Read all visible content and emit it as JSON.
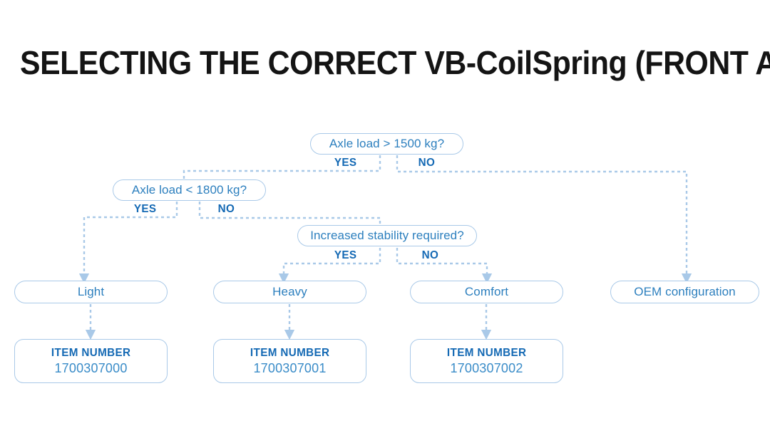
{
  "page": {
    "title": "SELECTING THE CORRECT VB-CoilSpring (FRONT AXLE)",
    "background_color": "#ffffff",
    "title_color": "#141414"
  },
  "colors": {
    "node_border": "#a9c9e8",
    "node_text": "#2c7fbe",
    "branch_label": "#1469b4",
    "connector": "#a9c9e8",
    "item_caption": "#1469b4",
    "item_value": "#3a8cc8"
  },
  "flowchart": {
    "type": "decision-tree",
    "decisions": [
      {
        "id": "d1",
        "question": "Axle load > 1500 kg?",
        "yes_label": "YES",
        "no_label": "NO",
        "yes_target": "d2",
        "no_target": "r4"
      },
      {
        "id": "d2",
        "question": "Axle load < 1800 kg?",
        "yes_label": "YES",
        "no_label": "NO",
        "yes_target": "r1",
        "no_target": "d3"
      },
      {
        "id": "d3",
        "question": "Increased stability required?",
        "yes_label": "YES",
        "no_label": "NO",
        "yes_target": "r2",
        "no_target": "r3"
      }
    ],
    "results": [
      {
        "id": "r1",
        "label": "Light"
      },
      {
        "id": "r2",
        "label": "Heavy"
      },
      {
        "id": "r3",
        "label": "Comfort"
      },
      {
        "id": "r4",
        "label": "OEM configuration"
      }
    ],
    "items": [
      {
        "id": "i1",
        "caption": "ITEM NUMBER",
        "value": "1700307000",
        "from": "r1"
      },
      {
        "id": "i2",
        "caption": "ITEM NUMBER",
        "value": "1700307001",
        "from": "r2"
      },
      {
        "id": "i3",
        "caption": "ITEM NUMBER",
        "value": "1700307002",
        "from": "r3"
      }
    ]
  }
}
